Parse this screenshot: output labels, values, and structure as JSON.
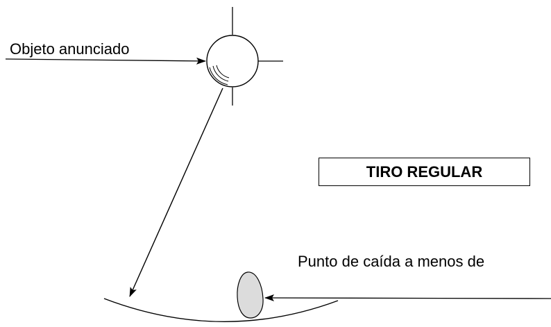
{
  "labels": {
    "announced_object": "Objeto anunciado",
    "landing_point": "Punto de caída a menos de"
  },
  "title": "TIRO REGULAR",
  "colors": {
    "stroke": "#000000",
    "impact_fill": "#dcdcdc",
    "background": "#ffffff"
  }
}
